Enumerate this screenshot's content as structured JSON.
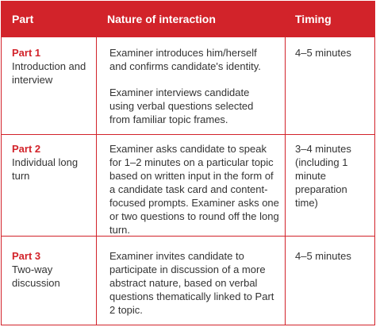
{
  "header": {
    "part": "Part",
    "nature": "Nature of interaction",
    "timing": "Timing"
  },
  "rows": [
    {
      "part_title": "Part 1",
      "part_name": "Introduction and interview",
      "nature": [
        "Examiner introduces him/herself and confirms candidate's identity.",
        "Examiner interviews candidate using verbal questions selected from familiar topic frames."
      ],
      "timing": "4–5 minutes"
    },
    {
      "part_title": "Part 2",
      "part_name": "Individual long turn",
      "nature": [
        "Examiner asks candidate to speak for 1–2 minutes on a particular topic based on written input in the form of a candidate task card and content-focused prompts. Examiner asks one or two questions to round off the long turn."
      ],
      "timing": "3–4 minutes (including 1 minute preparation time)"
    },
    {
      "part_title": "Part 3",
      "part_name": "Two-way discussion",
      "nature": [
        "Examiner invites candidate to participate in discussion of a more abstract nature, based on verbal questions thematically linked to Part 2 topic."
      ],
      "timing": "4–5 minutes"
    }
  ],
  "colors": {
    "accent": "#d2232a",
    "text": "#333333",
    "header_text": "#ffffff"
  }
}
